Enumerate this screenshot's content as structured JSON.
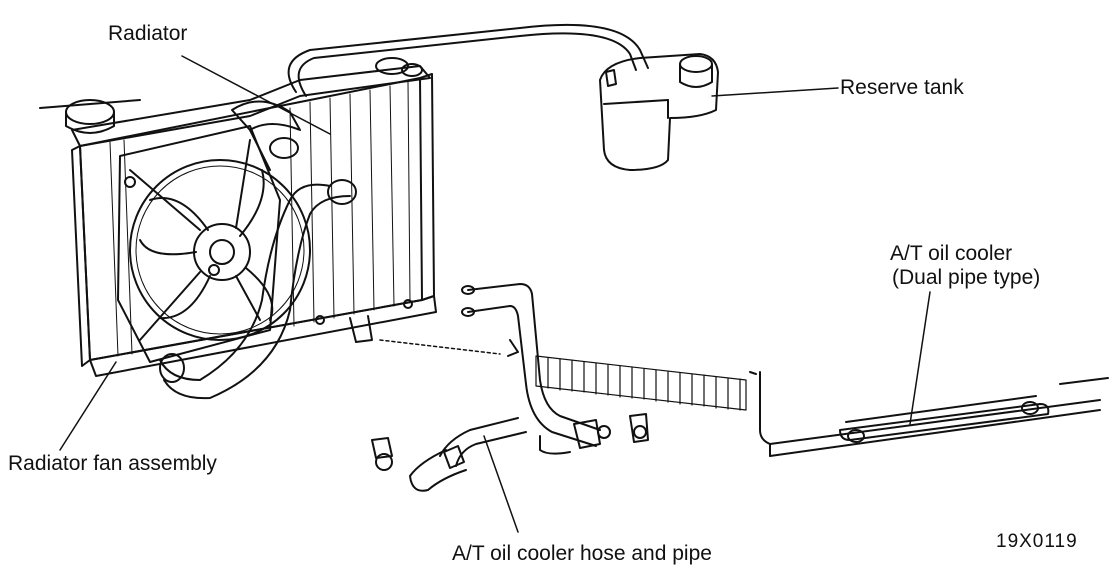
{
  "labels": {
    "radiator": "Radiator",
    "reserve_tank": "Reserve tank",
    "oil_cooler_line1": "A/T oil cooler",
    "oil_cooler_line2": "(Dual pipe type)",
    "fan_assembly": "Radiator fan assembly",
    "hose_and_pipe": "A/T oil cooler hose and pipe"
  },
  "figure_code": "19X0119",
  "colors": {
    "ink": "#111111",
    "paper": "#ffffff"
  }
}
